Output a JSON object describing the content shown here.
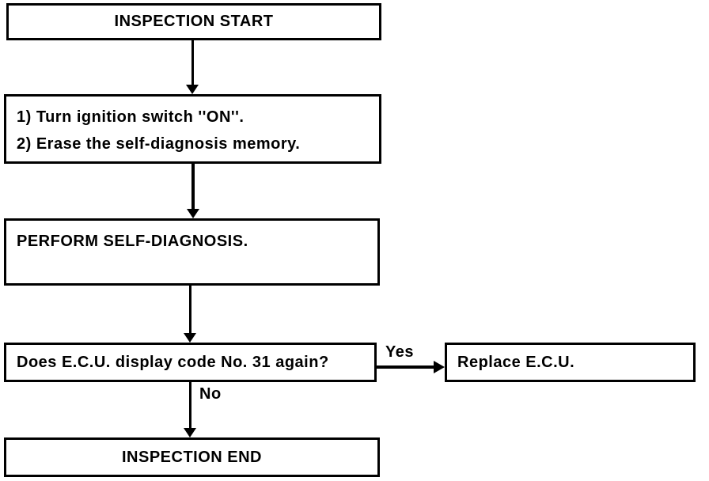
{
  "diagram": {
    "type": "flowchart",
    "background_color": "#ffffff",
    "line_color": "#000000",
    "nodes": {
      "start": {
        "label": "INSPECTION START"
      },
      "step": {
        "line1": "1) Turn ignition switch ''ON''.",
        "line2": "2) Erase the self-diagnosis memory."
      },
      "perform": {
        "label": "PERFORM SELF-DIAGNOSIS."
      },
      "decision": {
        "label": "Does E.C.U. display code No. 31 again?"
      },
      "replace": {
        "label": "Replace E.C.U."
      },
      "end": {
        "label": "INSPECTION END"
      }
    },
    "edges": {
      "yes_label": "Yes",
      "no_label": "No"
    }
  }
}
